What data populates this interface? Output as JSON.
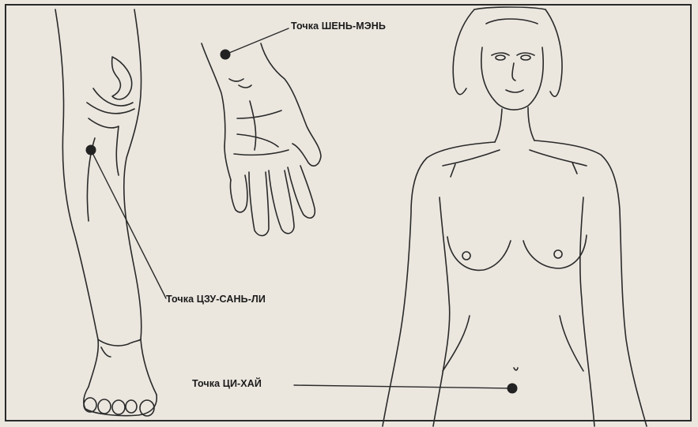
{
  "points": [
    {
      "id": "shen-men",
      "label": "Точка ШЕНЬ-МЭНЬ"
    },
    {
      "id": "czu-san-li",
      "label": "Точка ЦЗУ-САНЬ-ЛИ"
    },
    {
      "id": "ci-hai",
      "label": "Точка ЦИ-ХАЙ"
    }
  ],
  "colors": {
    "background": "#ebe7df",
    "ink": "#1a1a1a",
    "point": "#222222"
  }
}
